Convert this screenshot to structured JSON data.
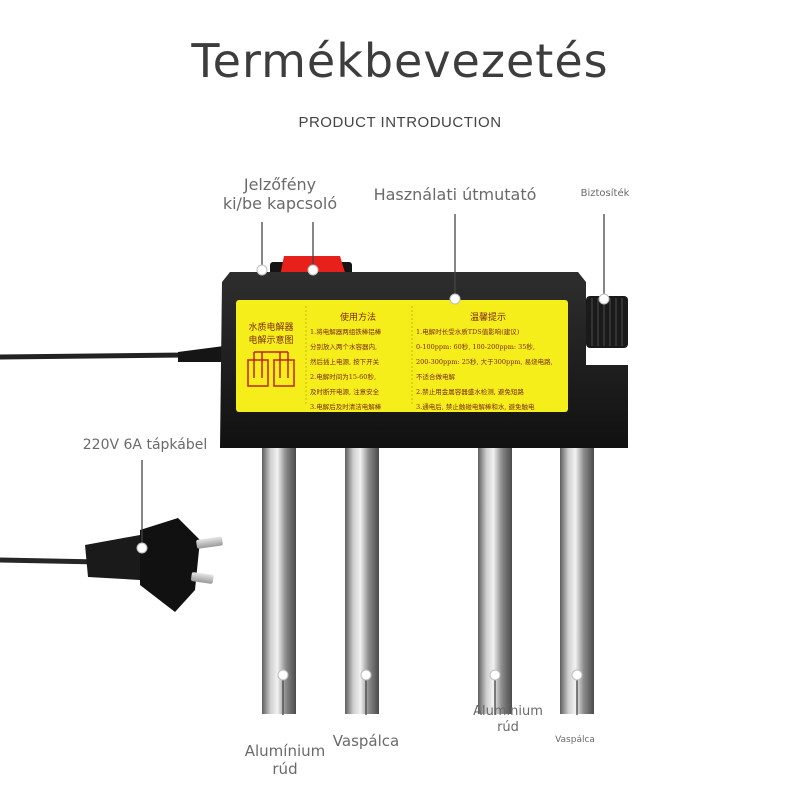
{
  "title": "Termékbevezetés",
  "subtitle": "PRODUCT INTRODUCTION",
  "callouts": {
    "indicator_switch": "Jelzőfény\nki/be kapcsoló",
    "usage_guide": "Használati útmutató",
    "fuse": "Biztosíték",
    "power_cable": "220V 6A tápkábel",
    "aluminium_rod_left": "Alumínium\nrúd",
    "iron_rod_left": "Vaspálca",
    "aluminium_rod_right": "Alumínium\nrúd",
    "iron_rod_right": "Vaspálca"
  },
  "sticker": {
    "left_title_1": "水质电解器",
    "left_title_2": "电解示意图",
    "col1_heading": "使用方法",
    "col1_lines": [
      "1.将电解器两组铁棒铝棒",
      "分别放入两个水容器内,",
      "然后插上电源, 按下开关",
      "2.电解时间为15-60秒,",
      "及时断开电源, 注意安全",
      "3.电解后及时清洁电解棒"
    ],
    "col2_heading": "温馨提示",
    "col2_lines": [
      "1.电解时长受水质TDS值影响(建议)",
      "0-100ppm: 60秒, 100-200ppm: 35秒,",
      "200-300ppm: 25秒, 大于300ppm, 易烧电路,",
      "不适合做电解",
      "2.禁止用金属容器盛水检测, 避免短路",
      "3.通电后, 禁止触碰电解棒和水, 避免触电"
    ]
  },
  "colors": {
    "body": "#1c1c1c",
    "sticker": "#f5ee1a",
    "switch": "#e8201b",
    "rod": "#9a9a9a"
  }
}
